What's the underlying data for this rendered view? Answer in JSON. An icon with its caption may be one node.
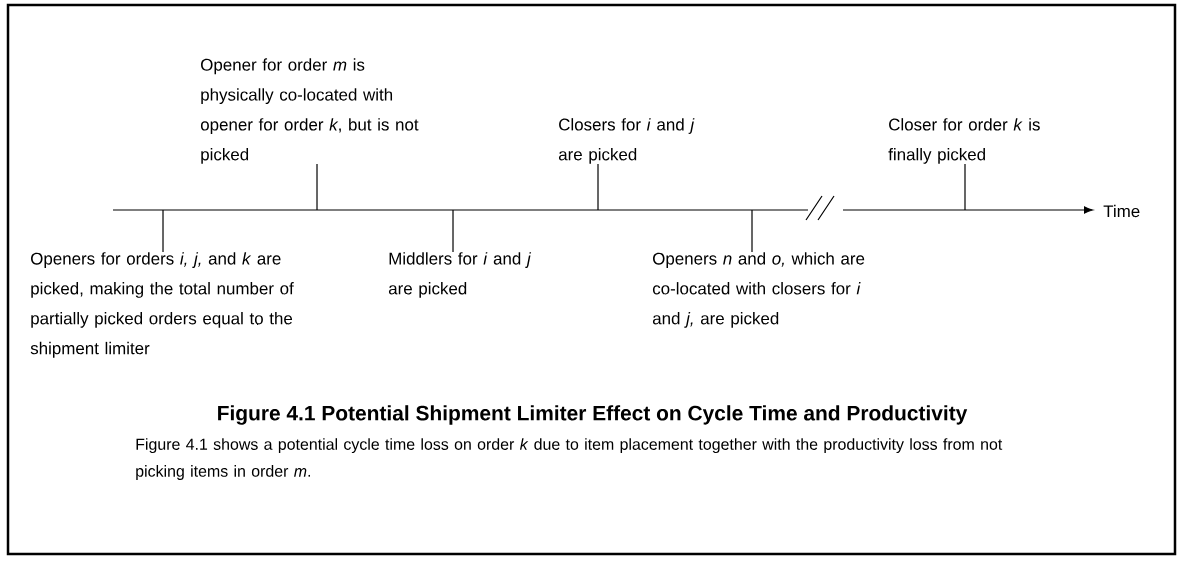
{
  "diagram": {
    "title": "Figure 4.1 Potential Shipment Limiter Effect on Cycle Time and Productivity",
    "caption": "Figure 4.1 shows a potential cycle time loss on order *k* due to item placement together with the productivity loss from not picking items in order *m*.",
    "nodes": [
      {
        "text": [
          "Openers for orders *i, j,* and *k* are picked, making the total number of partially picked orders equal to the shipment limiter"
        ]
      },
      {
        "text": [
          "Opener for order *m* is physically co-located with opener for order *k*, but is not picked"
        ]
      },
      {
        "text": [
          "Middlers for *i* and *j* are picked"
        ]
      },
      {
        "text": [
          "Closers for *i* and *j* are picked"
        ]
      },
      {
        "text": [
          "Openers *n* and *o,* which are co-located with closers for *i* and *j,* are picked"
        ]
      },
      {
        "text": [
          "Closer for order *k* is finally picked"
        ]
      }
    ],
    "edges": [
      {
        "from": 0,
        "to": null,
        "arrow": "none"
      },
      {
        "from": 1,
        "to": null,
        "arrow": "none"
      },
      {
        "from": 2,
        "to": null,
        "arrow": "none"
      },
      {
        "from": 3,
        "to": null,
        "arrow": "none"
      },
      {
        "from": 4,
        "to": null,
        "arrow": "none"
      },
      {
        "from": 5,
        "to": null,
        "arrow": "none"
      }
    ],
    "labels": [
      "Time"
    ]
  }
}
